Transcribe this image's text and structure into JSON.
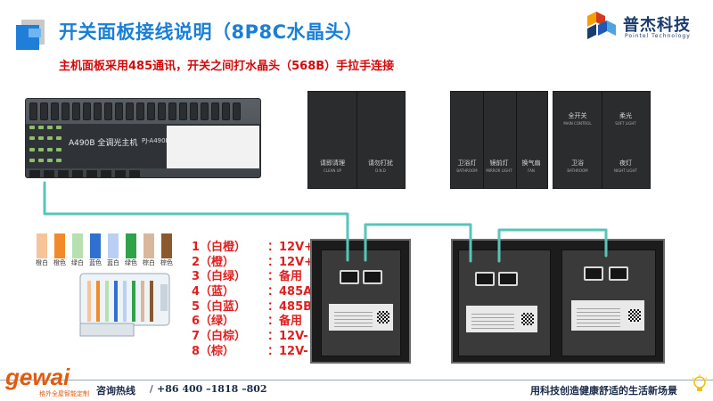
{
  "header": {
    "title": "开关面板接线说明（8P8C水晶头）",
    "subtitle": "主机面板采用485通讯，开关之间打水晶头（568B）手拉手连接"
  },
  "logo": {
    "name": "普杰科技",
    "english": "Pointel Technology"
  },
  "main_unit": {
    "label": "A490B 全调光主机",
    "model": "PJ-A490B"
  },
  "switch_panel_2": {
    "buttons": [
      {
        "label": "请即清理",
        "sub": "CLEAN UP"
      },
      {
        "label": "请勿打扰",
        "sub": "D.N.D"
      }
    ]
  },
  "switch_panel_3": {
    "buttons": [
      {
        "label": "卫浴灯",
        "sub": "BATHROOM"
      },
      {
        "label": "镜前灯",
        "sub": "MIRROR LIGHT"
      },
      {
        "label": "换气扇",
        "sub": "FAN"
      }
    ]
  },
  "switch_panel_2b": {
    "buttons": [
      {
        "label_top": "全开关",
        "sub_top": "MAIN CONTROL",
        "label": "卫浴",
        "sub": "BATHROOM"
      },
      {
        "label_top": "柔光",
        "sub_top": "SOFT LIGHT",
        "label": "夜灯",
        "sub": "NIGHT LIGHT"
      }
    ]
  },
  "wire_colors": {
    "labels": [
      "橙白",
      "橙色",
      "绿白",
      "蓝色",
      "蓝白",
      "绿色",
      "棕白",
      "棕色"
    ],
    "swatches": [
      "#f7c49a",
      "#f08a2a",
      "#b7e0b0",
      "#2f6fd0",
      "#b9d0f2",
      "#2fa24a",
      "#d9b79a",
      "#8a5a2e"
    ]
  },
  "pins": [
    {
      "left": "1（白橙）",
      "right": "：12V+"
    },
    {
      "left": "2（橙）",
      "right": "：12V+"
    },
    {
      "left": "3（白绿）",
      "right": "：备用"
    },
    {
      "left": "4（蓝）",
      "right": "：485A"
    },
    {
      "left": "5（白蓝）",
      "right": "：485B"
    },
    {
      "left": "6（绿）",
      "right": "：备用"
    },
    {
      "left": "7（白棕）",
      "right": "：12V-"
    },
    {
      "left": "8（棕）",
      "right": "：12V-"
    }
  ],
  "footer": {
    "brand": "gewai",
    "brand_sub": "格外全屋智能定制",
    "hotline_label": "咨询热线",
    "hotline_sep": "/",
    "hotline_number": "+86 400 –1818 –802",
    "slogan": "用科技创造健康舒适的生活新场景"
  },
  "colors": {
    "title": "#1a7fd6",
    "subtitle": "#d20a0a",
    "pins": "#e02020",
    "cable": "#57c6b8"
  }
}
